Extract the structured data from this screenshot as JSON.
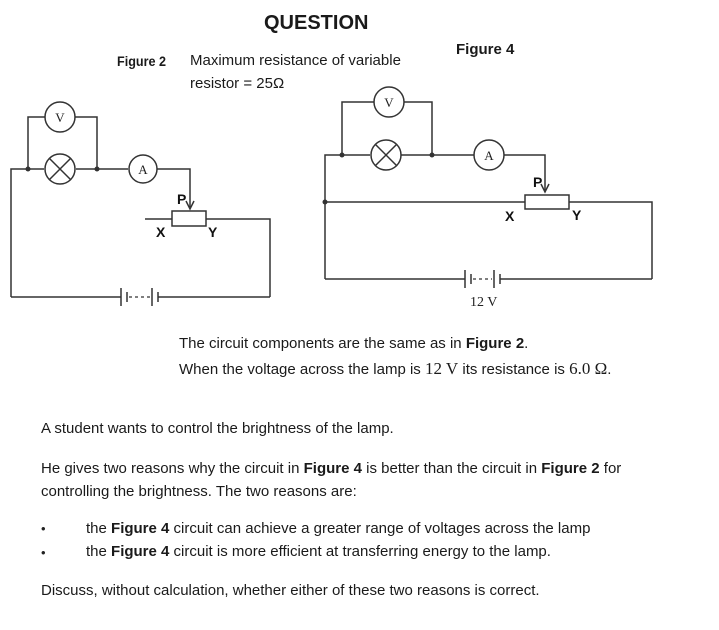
{
  "header": {
    "title": "QUESTION"
  },
  "figure2": {
    "label": "Figure 2",
    "caption_line1": "Maximum resistance of variable",
    "caption_line2": "resistor = 25Ω",
    "voltmeter": "V",
    "ammeter": "A",
    "terminal_p": "P",
    "terminal_x": "X",
    "terminal_y": "Y"
  },
  "figure4": {
    "label": "Figure 4",
    "voltmeter": "V",
    "ammeter": "A",
    "terminal_p": "P",
    "terminal_x": "X",
    "terminal_y": "Y",
    "battery_voltage": "12 V"
  },
  "info": {
    "line1_pre": "The circuit components are the same as in ",
    "line1_bold": "Figure 2",
    "line1_post": ".",
    "line2_pre": "When the voltage across the lamp is ",
    "line2_v": "12 V",
    "line2_mid": " its resistance is ",
    "line2_r": "6.0 Ω",
    "line2_post": "."
  },
  "question": {
    "para1": "A student wants to control the brightness of the lamp.",
    "para2_a": "He gives two reasons why the circuit in ",
    "para2_b": "Figure 4",
    "para2_c": " is better than the circuit in ",
    "para2_d": "Figure 2",
    "para2_e": " for",
    "para2_line2": "controlling the brightness. The two reasons are:",
    "bullet1_a": "the ",
    "bullet1_b": "Figure 4",
    "bullet1_c": " circuit can achieve a greater range of voltages across the lamp",
    "bullet2_a": "the ",
    "bullet2_b": "Figure 4",
    "bullet2_c": " circuit is more efficient at transferring energy to the lamp.",
    "closing": "Discuss, without calculation, whether either of these two reasons is correct."
  }
}
